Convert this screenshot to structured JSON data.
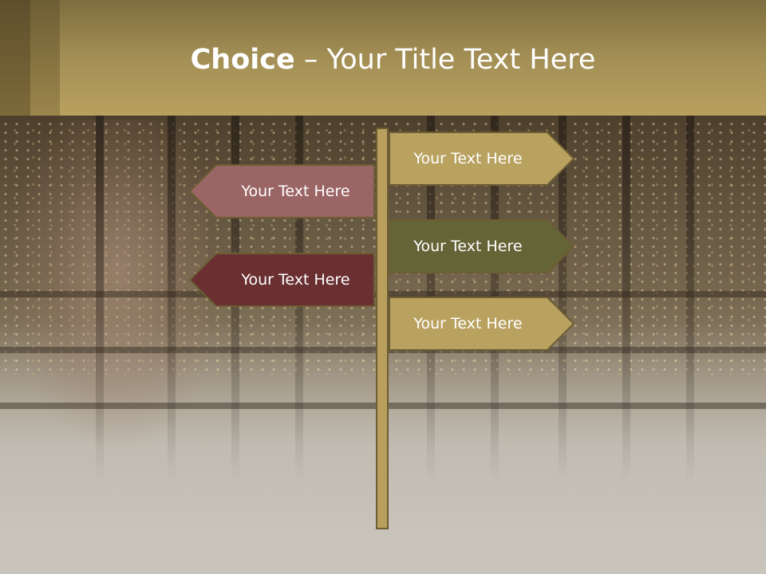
{
  "title": {
    "bold": "Choice",
    "rest": " – Your Title Text Here"
  },
  "signs": [
    {
      "label": "Your Text Here",
      "direction": "right",
      "fill": "#b9a160",
      "text_color": "#ffffff"
    },
    {
      "label": "Your Text Here",
      "direction": "left",
      "fill": "#9b6565",
      "text_color": "#ffffff"
    },
    {
      "label": "Your Text Here",
      "direction": "right",
      "fill": "#646437",
      "text_color": "#ffffff"
    },
    {
      "label": "Your Text Here",
      "direction": "left",
      "fill": "#6a2f31",
      "text_color": "#ffffff"
    },
    {
      "label": "Your Text Here",
      "direction": "right",
      "fill": "#b9a160",
      "text_color": "#ffffff"
    }
  ],
  "colors": {
    "title_band": "#b9a060",
    "pole": "#b89f5e",
    "outline": "#6d5d33"
  }
}
